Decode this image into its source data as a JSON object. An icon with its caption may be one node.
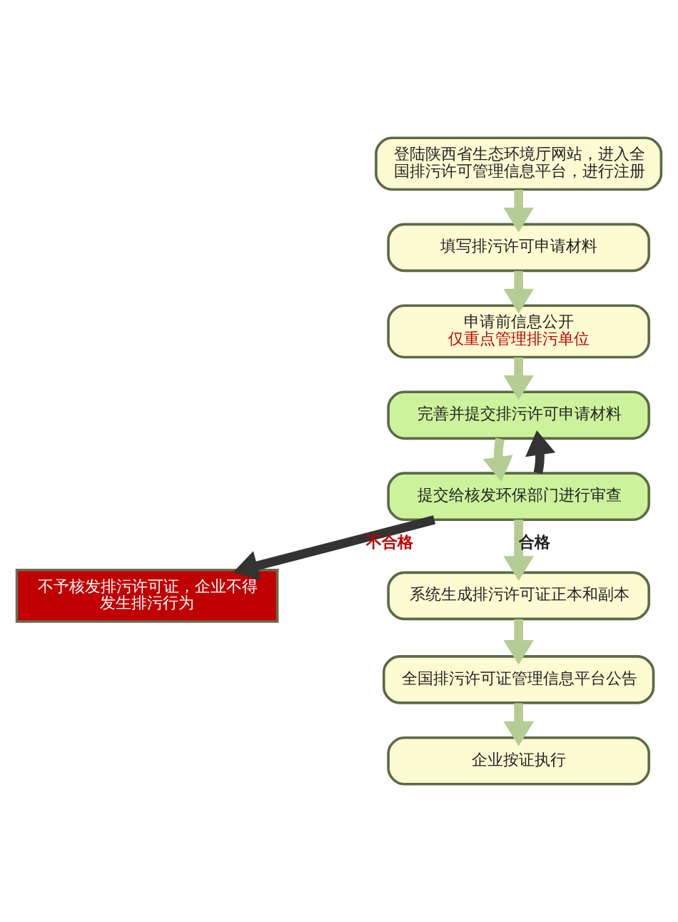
{
  "diagram": {
    "nodes": [
      {
        "text": [
          "登陆陕西省生态环境厅网站，进入全国排污许可管理信息平台，进行注册"
        ]
      },
      {
        "text": [
          "填写排污许可申请材料"
        ]
      },
      {
        "text": [
          "申请前信息公开",
          "仅重点管理排污单位"
        ]
      },
      {
        "text": [
          "完善并提交排污许可申请材料"
        ]
      },
      {
        "text": [
          "提交给核发环保部门进行审查"
        ]
      },
      {
        "text": [
          "系统生成排污许可证正本和副本"
        ]
      },
      {
        "text": [
          "全国排污许可证管理信息平台公告"
        ]
      },
      {
        "text": [
          "企业按证执行"
        ]
      },
      {
        "text": [
          "不予核发排污许可证，企业不得发生排污行为"
        ]
      }
    ],
    "edges": [
      {
        "from": 0,
        "to": 1,
        "arrow": "to",
        "color": "#b5cc93"
      },
      {
        "from": 1,
        "to": 2,
        "arrow": "to",
        "color": "#b5cc93"
      },
      {
        "from": 2,
        "to": 3,
        "arrow": "to",
        "color": "#b5cc93"
      },
      {
        "from": 3,
        "to": 4,
        "arrow": "to",
        "color": "#b5cc93"
      },
      {
        "from": 4,
        "to": 5,
        "arrow": "to",
        "label": "合格",
        "color": "#b5cc93"
      },
      {
        "from": 5,
        "to": 6,
        "arrow": "to",
        "color": "#b5cc93"
      },
      {
        "from": 6,
        "to": 7,
        "arrow": "to",
        "color": "#b5cc93"
      },
      {
        "from": 4,
        "to": 3,
        "arrow": "to",
        "color": "#333333"
      },
      {
        "from": 4,
        "to": 8,
        "arrow": "to",
        "color": "#333333",
        "label": "不合格"
      }
    ]
  }
}
